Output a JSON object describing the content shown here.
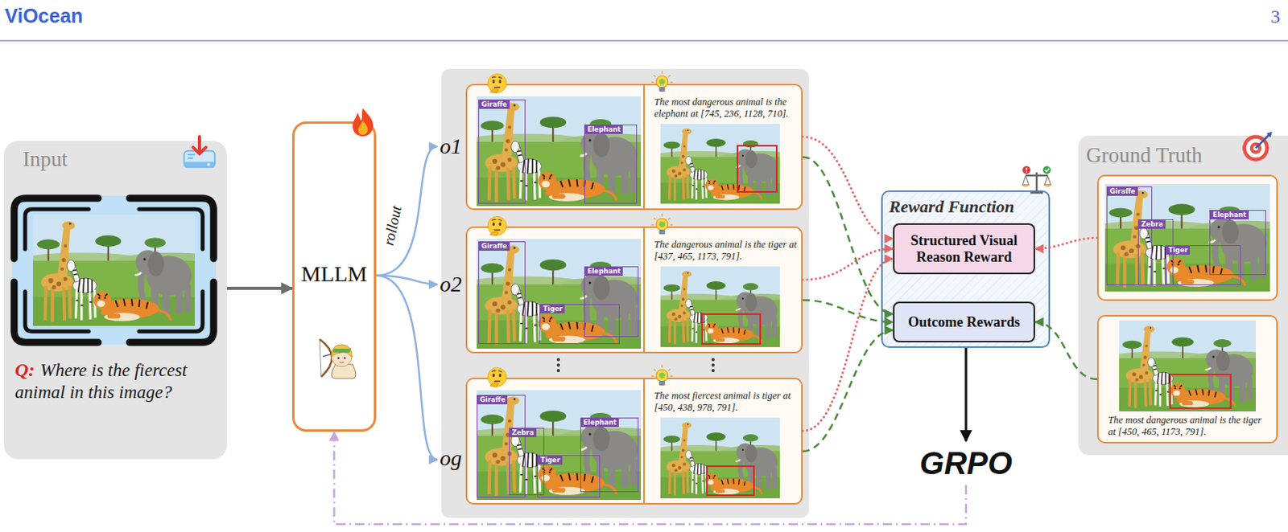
{
  "diagram": {
    "nodes": [
      {
        "text": [
          "Input",
          "Q:",
          "Where is the fiercest animal in this image?"
        ]
      },
      {
        "text": [
          "MLLM"
        ]
      },
      {
        "text": [
          "o1",
          "Giraffe",
          "Elephant",
          "The most dangerous animal is the elephant at [745, 236, 1128, 710]."
        ]
      },
      {
        "text": [
          "o2",
          "Giraffe",
          "Elephant",
          "Tiger",
          "The dangerous animal is the tiger at [437, 465, 1173, 791]."
        ]
      },
      {
        "text": [
          "og",
          "Giraffe",
          "Elephant",
          "Zebra",
          "Tiger",
          "The most fiercest animal is tiger at [450, 438, 978, 791]."
        ]
      },
      {
        "text": [
          "Reward Function"
        ]
      },
      {
        "text": [
          "Structured Visual Reason Reward"
        ],
        "in": 5
      },
      {
        "text": [
          "Outcome Rewards"
        ],
        "in": 5
      },
      {
        "text": [
          "GRPO"
        ]
      },
      {
        "text": [
          "Ground Truth"
        ]
      },
      {
        "text": [
          "Giraffe",
          "Elephant",
          "Zebra",
          "Tiger"
        ],
        "in": 9
      },
      {
        "text": [
          "The most dangerous animal is the tiger at [450, 465, 1173, 791]."
        ],
        "in": 9
      }
    ],
    "edges": [
      {
        "from": 0,
        "to": 1,
        "arrow": "to"
      },
      {
        "from": 1,
        "to": 2,
        "arrow": "to"
      },
      {
        "from": 1,
        "to": 3,
        "arrow": "to"
      },
      {
        "from": 1,
        "to": 4,
        "arrow": "to"
      },
      {
        "from": 2,
        "to": 6,
        "arrow": "to"
      },
      {
        "from": 2,
        "to": 7,
        "arrow": "to"
      },
      {
        "from": 3,
        "to": 6,
        "arrow": "to"
      },
      {
        "from": 3,
        "to": 7,
        "arrow": "to"
      },
      {
        "from": 4,
        "to": 6,
        "arrow": "to"
      },
      {
        "from": 4,
        "to": 7,
        "arrow": "to"
      },
      {
        "from": 10,
        "to": 6,
        "arrow": "to"
      },
      {
        "from": 11,
        "to": 7,
        "arrow": "to"
      },
      {
        "from": 5,
        "to": 8,
        "arrow": "to"
      },
      {
        "from": 8,
        "to": 1,
        "arrow": "to"
      }
    ],
    "labels": [
      "ViOcean",
      "3",
      "rollout"
    ]
  }
}
